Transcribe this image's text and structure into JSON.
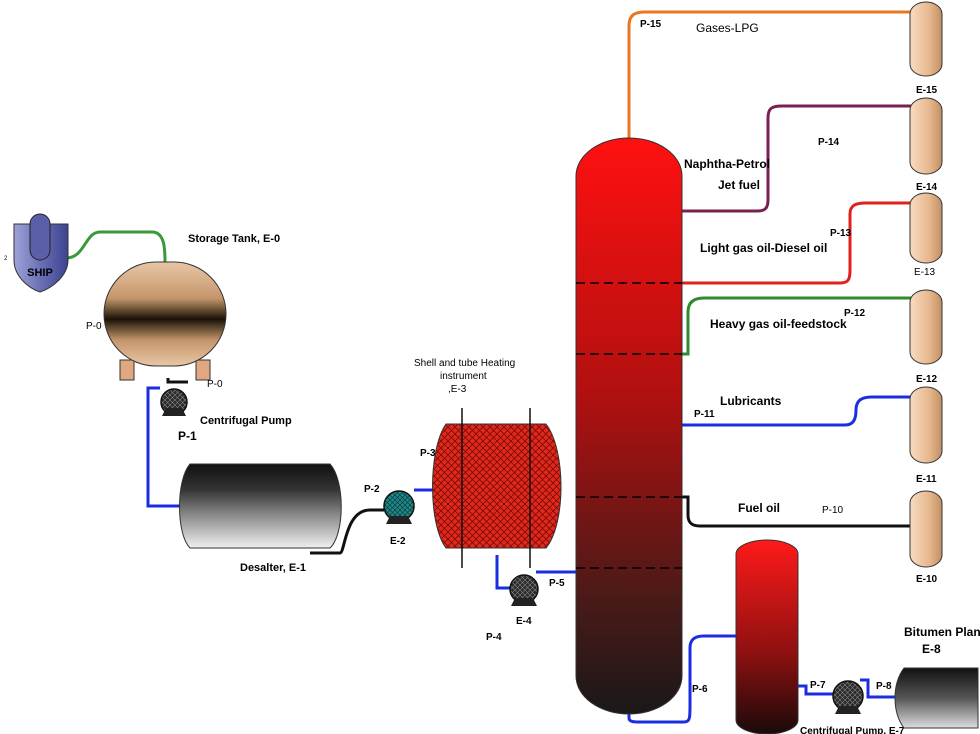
{
  "ship": {
    "label": "SHIP",
    "marker": "2"
  },
  "storage_tank": {
    "label": "Storage Tank, E-0",
    "pipe_in": "P-0",
    "pipe_out": "P-0"
  },
  "pump_1": {
    "label": "Centrifugal Pump",
    "id": "P-1"
  },
  "desalter": {
    "label": "Desalter, E-1"
  },
  "pump_2": {
    "pipe": "P-2",
    "id": "E-2"
  },
  "heater": {
    "label_line1": "Shell and tube Heating",
    "label_line2": "instrument",
    "label_line3": ",E-3",
    "pipe": "P-3"
  },
  "pump_4": {
    "id": "E-4",
    "pipe_in": "P-4",
    "pipe_out": "P-5"
  },
  "column": {
    "pipe_bottom": "P-6"
  },
  "products": [
    {
      "name": "Gases-LPG",
      "pipe": "P-15",
      "tank": "E-15",
      "color": "#e87722"
    },
    {
      "name": "Naphtha-Petrol",
      "pipe": "P-14",
      "tank": "E-14",
      "color": "#7a2050"
    },
    {
      "name": "Jet fuel",
      "pipe": "",
      "tank": "",
      "color": "#7a2050"
    },
    {
      "name": "Light gas oil-Diesel oil",
      "pipe": "P-13",
      "tank": "E-13",
      "color": "#e0201c"
    },
    {
      "name": "Heavy gas oil-feedstock",
      "pipe": "P-12",
      "tank": "E-12",
      "color": "#2e8b2e"
    },
    {
      "name": "Lubricants",
      "pipe": "P-11",
      "tank": "E-11",
      "color": "#1a2ee0"
    },
    {
      "name": "Fuel oil",
      "pipe": "P-10",
      "tank": "E-10",
      "color": "#111111"
    }
  ],
  "pump_7": {
    "label": "Centrifugal Pump, E-7",
    "pipe_in": "P-7",
    "pipe_out": "P-8"
  },
  "bitumen": {
    "label_line1": "Bitumen Plant,",
    "label_line2": "E-8"
  }
}
